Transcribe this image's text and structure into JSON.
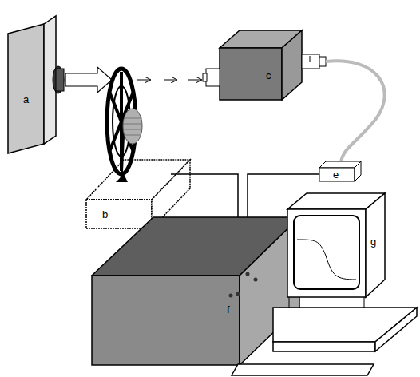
{
  "diagram": {
    "labels": [
      "a",
      "b",
      "c",
      "e",
      "f",
      "g"
    ]
  }
}
